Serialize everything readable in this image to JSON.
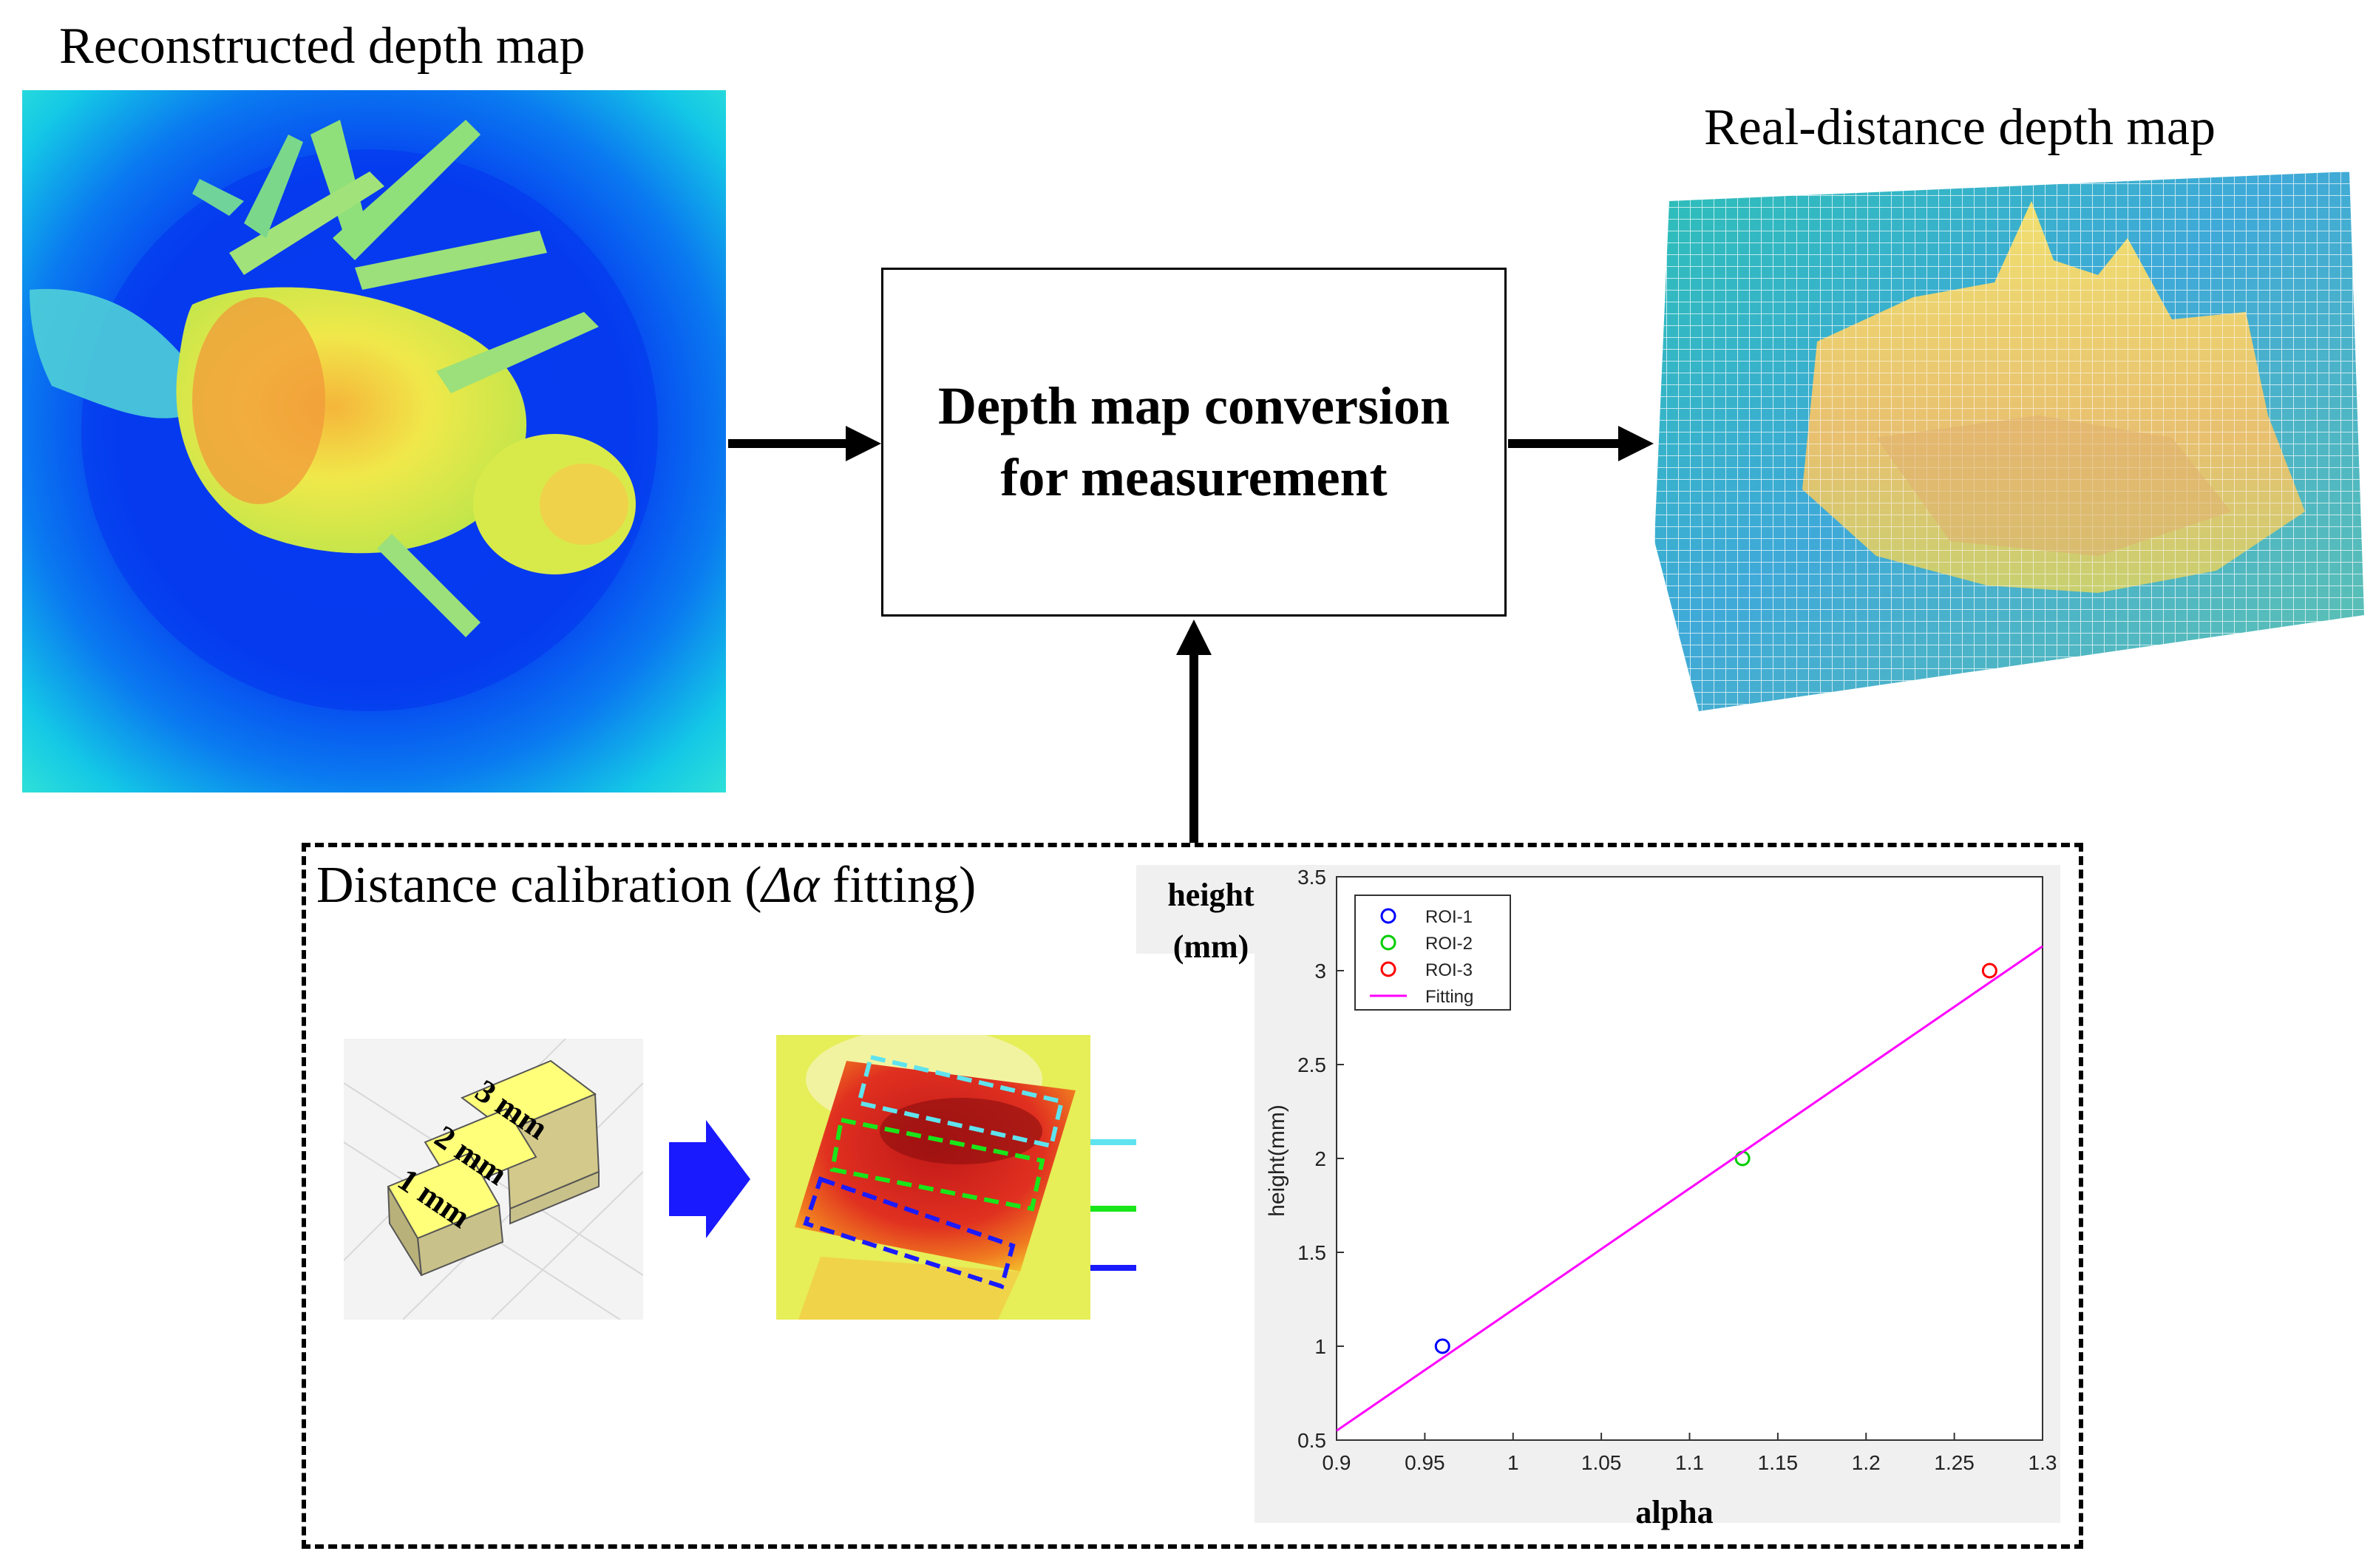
{
  "titles": {
    "reconstructed": "Reconstructed depth map",
    "real_distance": "Real-distance depth map",
    "calibration_prefix": "Distance calibration (",
    "calibration_symbol": "Δα",
    "calibration_suffix": " fitting)"
  },
  "process_box": {
    "line1": "Depth map conversion",
    "line2": "for measurement"
  },
  "stairs": {
    "labels": [
      "3 mm",
      "2 mm",
      "1 mm"
    ]
  },
  "plot_labels": {
    "height_line1": "height",
    "height_line2": "(mm)",
    "x_outer": "alpha"
  },
  "colors": {
    "roi1": "#1a1aff",
    "roi2": "#19e619",
    "roi3": "#5fe3ee",
    "roi3_marker": "#ff2020",
    "fitting": "#ff33ff",
    "arrow": "#000000",
    "calib_arrow": "#1a1aff"
  },
  "chart_data": {
    "type": "scatter",
    "x_label": "alpha",
    "y_label": "height(mm)",
    "xlim": [
      0.9,
      1.3
    ],
    "ylim": [
      0.5,
      3.5
    ],
    "x_ticks": [
      "0.9",
      "0.95",
      "1",
      "1.05",
      "1.1",
      "1.15",
      "1.2",
      "1.25",
      "1.3"
    ],
    "y_ticks": [
      "0.5",
      "1",
      "1.5",
      "2",
      "2.5",
      "3",
      "3.5"
    ],
    "legend_position": "top-left",
    "series": [
      {
        "name": "ROI-1",
        "color": "#0000ff",
        "points": [
          [
            0.96,
            1.0
          ]
        ]
      },
      {
        "name": "ROI-2",
        "color": "#00cc00",
        "points": [
          [
            1.13,
            2.0
          ]
        ]
      },
      {
        "name": "ROI-3",
        "color": "#ff0000",
        "points": [
          [
            1.27,
            3.0
          ]
        ]
      },
      {
        "name": "Fitting",
        "color": "#ff00ff",
        "line": [
          [
            0.9,
            0.55
          ],
          [
            1.3,
            3.13
          ]
        ]
      }
    ]
  }
}
